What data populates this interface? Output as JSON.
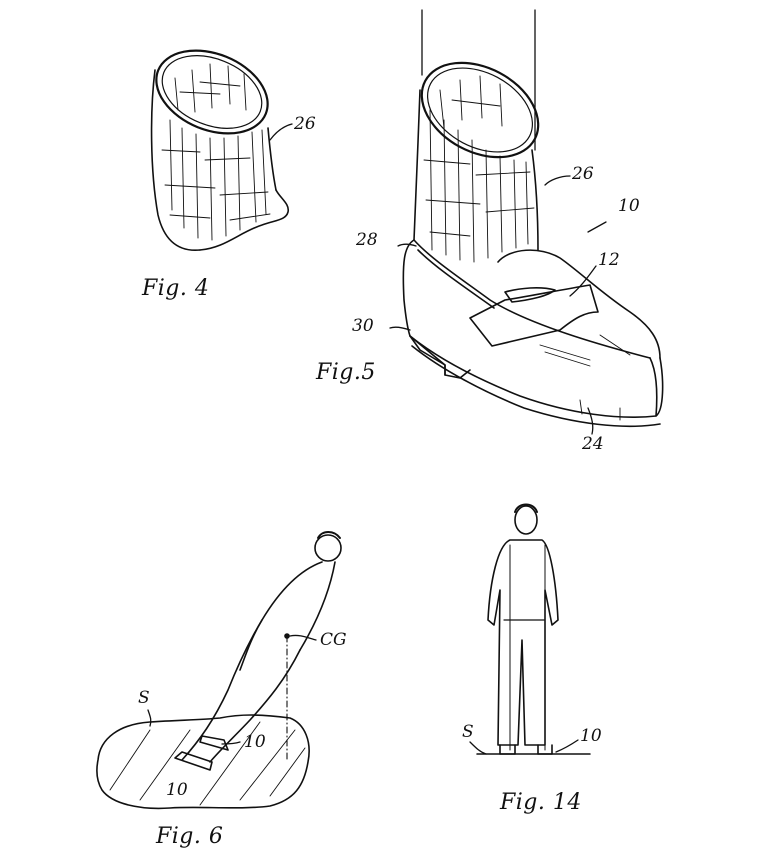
{
  "sheet": {
    "type": "patent drawing sheet",
    "background": "#ffffff",
    "ink": "#111111"
  },
  "figures": [
    {
      "id": "fig4",
      "caption": "Fig. 4",
      "subject": "woven sock liner / upper",
      "labels": [
        {
          "text": "26"
        }
      ]
    },
    {
      "id": "fig5",
      "caption": "Fig.5",
      "subject": "penny loafer shoe with woven upper",
      "labels": [
        {
          "text": "26"
        },
        {
          "text": "10"
        },
        {
          "text": "28"
        },
        {
          "text": "12"
        },
        {
          "text": "30"
        },
        {
          "text": "24"
        }
      ]
    },
    {
      "id": "fig6",
      "caption": "Fig. 6",
      "subject": "person leaning forward on surface",
      "labels": [
        {
          "text": "CG"
        },
        {
          "text": "S"
        },
        {
          "text": "10"
        },
        {
          "text": "10"
        }
      ]
    },
    {
      "id": "fig14",
      "caption": "Fig. 14",
      "subject": "person standing upright",
      "labels": [
        {
          "text": "S"
        },
        {
          "text": "10"
        }
      ]
    }
  ]
}
